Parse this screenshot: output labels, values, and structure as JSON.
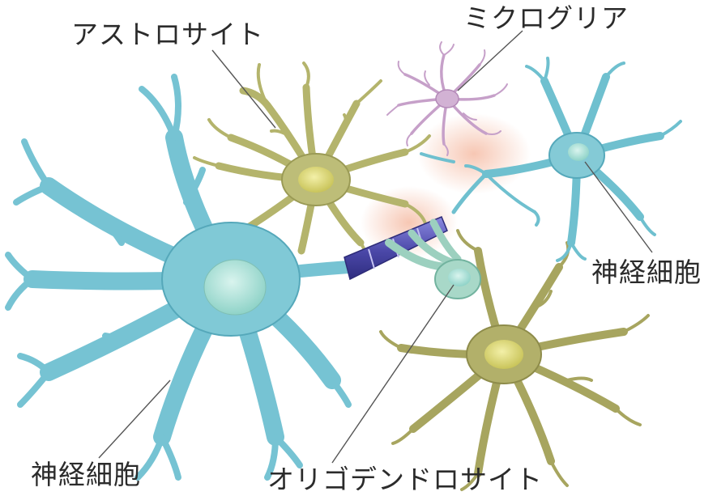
{
  "labels": {
    "astrocyte": "アストロサイト",
    "microglia": "ミクログリア",
    "neuron_right": "神経細胞",
    "neuron_left": "神経細胞",
    "oligodendrocyte": "オリゴデンドロサイト"
  },
  "colors": {
    "neuron": "#7cc8d6",
    "neuron_dark": "#4aa3b8",
    "astrocyte": "#b7b772",
    "astrocyte_dark": "#8f8f4e",
    "microglia": "#c9a2cc",
    "myelin": "#5a58b8",
    "oligo": "#9fd0c0",
    "glow": "#f4b49a",
    "leader": "#555555"
  }
}
